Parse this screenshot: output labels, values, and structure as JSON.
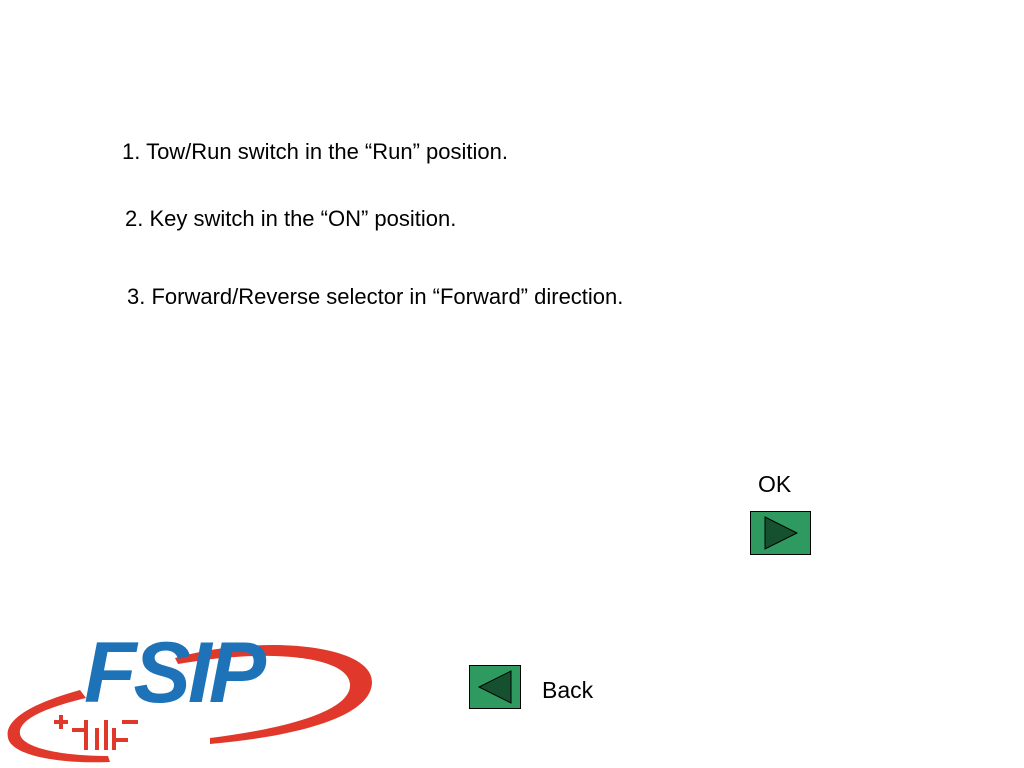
{
  "instructions": {
    "step1": "1.  Tow/Run switch in the “Run” position.",
    "step2": "2.  Key switch in the “ON” position.",
    "step3": "3.  Forward/Reverse selector in “Forward” direction."
  },
  "ok": {
    "label": "OK",
    "icon": "play-right-icon"
  },
  "back": {
    "label": "Back",
    "icon": "play-left-icon"
  },
  "logo": {
    "text": "FSIP",
    "text_color": "#1e73b8",
    "swoosh_color": "#e0392b"
  },
  "colors": {
    "button_fill": "#2e9a5f",
    "button_arrow": "#16512f"
  }
}
